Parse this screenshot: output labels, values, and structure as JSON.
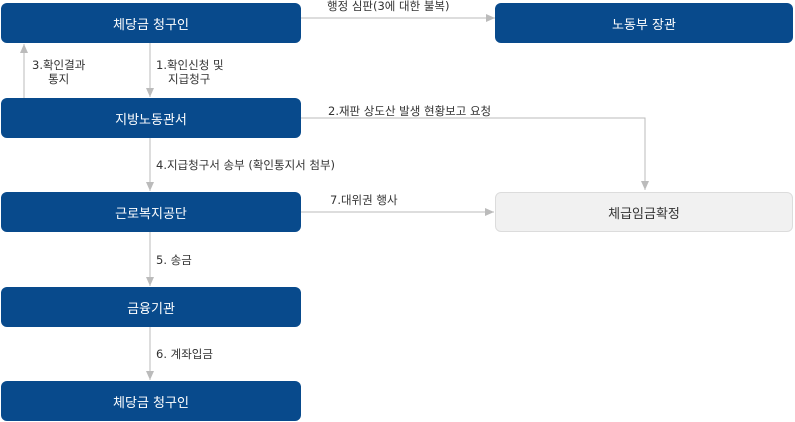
{
  "nodes": {
    "claimant_top": "체당금 청구인",
    "minister": "노동부 장관",
    "regional_office": "지방노동관서",
    "comwel": "근로복지공단",
    "finance": "금융기관",
    "claimant_bottom": "체당금 청구인",
    "wage_confirmed": "체급임금확정"
  },
  "edges": {
    "objection": "행정 심판(3에 대한 불복)",
    "step1_line1": "1.확인신청 및",
    "step1_line2": "지급청구",
    "step3_line1": "3.확인결과",
    "step3_line2": "통지",
    "step2": "2.재판 상도산 발생 현황보고 요청",
    "step4": "4.지급청구서 송부 (확인통지서 첨부)",
    "step7": "7.대위권 행사",
    "step5": "5. 송금",
    "step6": "6. 계좌입금"
  },
  "colors": {
    "node_fill": "#084a8c",
    "light_node_fill": "#f1f1f1",
    "arrow": "#bbbbbb",
    "label_text": "#333333"
  }
}
